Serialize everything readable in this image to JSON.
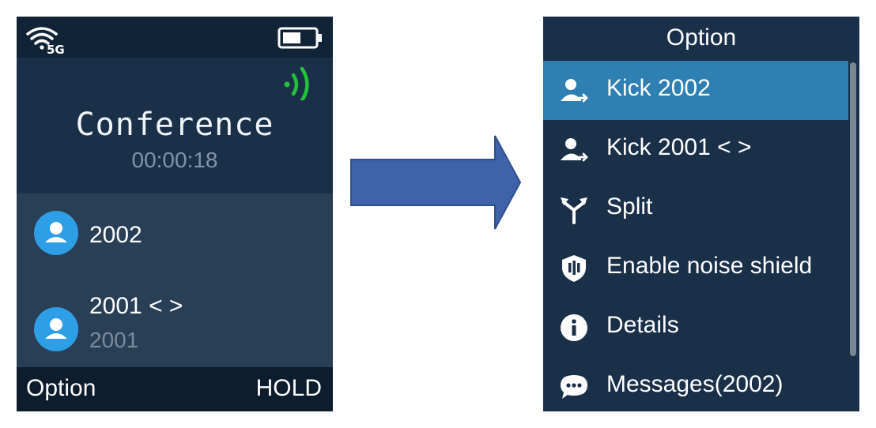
{
  "left_screen": {
    "status_bar": {
      "wifi_label": "5G",
      "wifi_icon": "wifi-5g-icon",
      "battery_icon": "battery-icon"
    },
    "call": {
      "signal_icon": "call-active-icon",
      "title": "Conference",
      "timer": "00:00:18"
    },
    "participants": [
      {
        "name": "2002",
        "sub": ""
      },
      {
        "name": "2001 < >",
        "sub": "2001"
      }
    ],
    "softkeys": {
      "left": "Option",
      "right": "HOLD"
    }
  },
  "arrow": {
    "icon": "right-arrow-icon",
    "color": "#3f63a8"
  },
  "right_screen": {
    "title": "Option",
    "items": [
      {
        "label": "Kick 2002",
        "icon": "kick-user-icon",
        "selected": true
      },
      {
        "label": "Kick 2001 < >",
        "icon": "kick-user-icon",
        "selected": false
      },
      {
        "label": "Split",
        "icon": "split-icon",
        "selected": false
      },
      {
        "label": "Enable noise shield",
        "icon": "noise-shield-icon",
        "selected": false
      },
      {
        "label": "Details",
        "icon": "info-icon",
        "selected": false
      },
      {
        "label": "Messages(2002)",
        "icon": "message-icon",
        "selected": false
      }
    ]
  },
  "colors": {
    "screen_bg": "#1a3049",
    "status_bg": "#112336",
    "participant_bg": "#293f56",
    "softkey_bg": "#0e1d2d",
    "selected_bg": "#2e7fb2",
    "avatar_blue": "#2e9fe6",
    "signal_green": "#22c23a"
  }
}
